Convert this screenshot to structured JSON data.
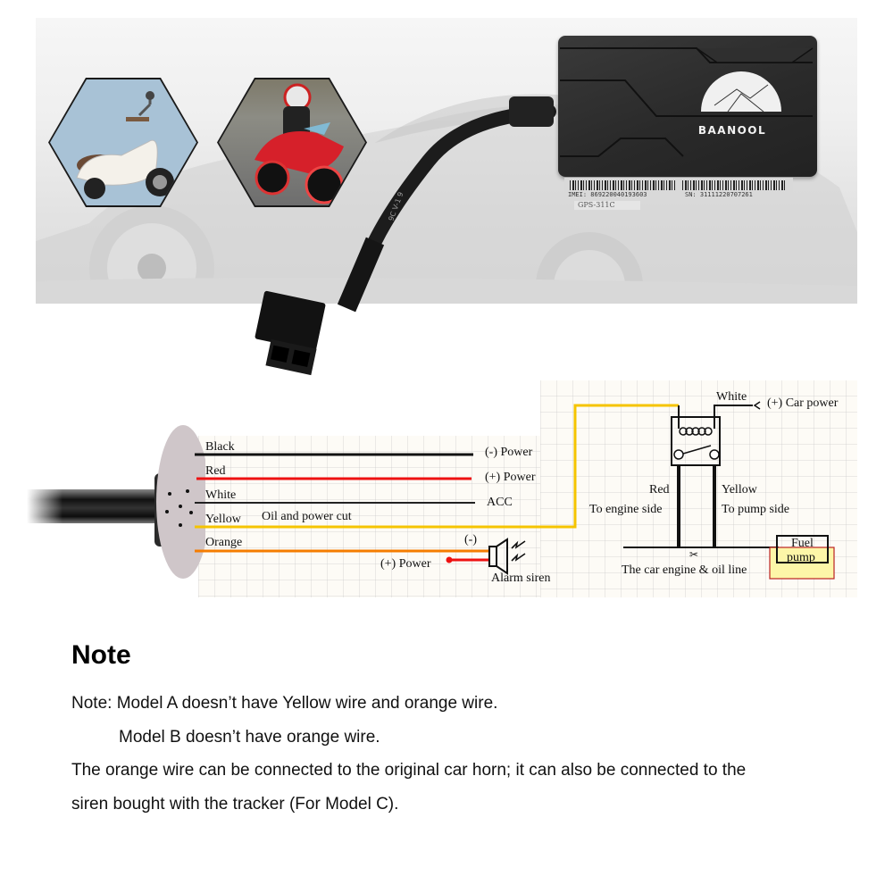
{
  "product_photo": {
    "vehicle_icons": [
      {
        "name": "scooter",
        "bg": "#a5bfd4"
      },
      {
        "name": "sport-motorcycle",
        "bg": "#7a7a72"
      }
    ],
    "device": {
      "brand": "BAANOOL",
      "imei_label": "IMEI: 869220040193603",
      "sn_label": "SN: 31111220707261",
      "model_label": "GPS-311C"
    }
  },
  "wiring_diagram": {
    "wires": [
      {
        "label": "Black",
        "color": "#111111",
        "destination": "(-) Power"
      },
      {
        "label": "Red",
        "color": "#ee1111",
        "destination": "(+) Power"
      },
      {
        "label": "White",
        "color": "#222222",
        "destination": "ACC"
      },
      {
        "label": "Yellow",
        "color": "#f5c400",
        "destination": "Oil and power cut"
      },
      {
        "label": "Orange",
        "color": "#f57c00",
        "destination": ""
      }
    ],
    "siren": {
      "negative_label": "(-)",
      "positive_label": "(+) Power",
      "label": "Alarm siren"
    },
    "relay": {
      "white_label": "White",
      "car_power_label": "(+) Car power",
      "red_label": "Red",
      "engine_side_label": "To engine side",
      "yellow_label": "Yellow",
      "pump_side_label": "To pump side",
      "oil_line_label": "The car engine & oil line",
      "fuel_label": "Fuel",
      "pump_label": "pump"
    }
  },
  "note": {
    "title": "Note",
    "lines": [
      "Note: Model A doesn’t have Yellow wire and orange wire.",
      "Model B doesn’t have orange wire.",
      "The orange wire can be connected to the original car horn; it can also be connected to the",
      "siren bought with the tracker (For Model C)."
    ]
  }
}
